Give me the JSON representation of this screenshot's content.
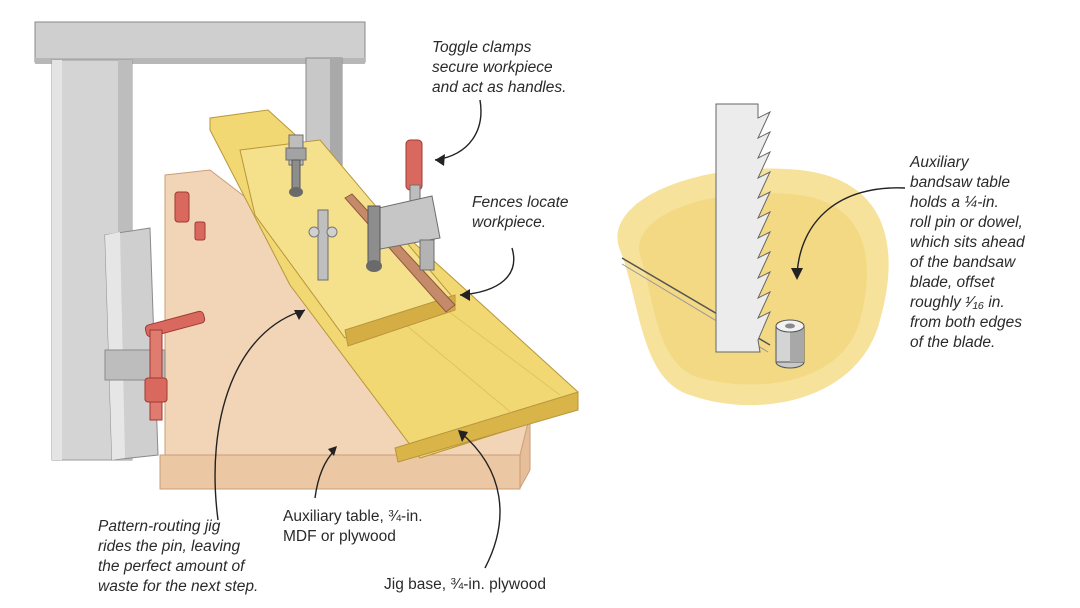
{
  "colors": {
    "wood_light": "#f3dd7a",
    "wood_mid": "#e8c95c",
    "wood_dark": "#c9a43e",
    "table_mdf": "#f0d2b3",
    "table_mdf_edge": "#e1b994",
    "machine_gray": "#c9c9c9",
    "clamp_red": "#d9695e",
    "arrow": "#222222"
  },
  "icons": [
    "bandsaw-blade-icon",
    "toggle-clamp-icon",
    "bar-clamp-icon",
    "roll-pin-icon"
  ],
  "callouts": {
    "toggle_clamps": [
      "Toggle clamps",
      "secure workpiece",
      "and act as handles."
    ],
    "fences": [
      "Fences locate",
      "workpiece."
    ],
    "aux_bandsaw_table": [
      "Auxiliary",
      "bandsaw table",
      "holds a ¼-in.",
      "roll pin or dowel,",
      "which sits ahead",
      "of the bandsaw",
      "blade, offset",
      "roughly ¹⁄₁₆ in.",
      "from both edges",
      "of the blade."
    ],
    "pattern_jig": [
      "Pattern-routing jig",
      "rides the pin, leaving",
      "the perfect amount of",
      "waste for the next step."
    ],
    "aux_table": [
      "Auxiliary table, ¾-in.",
      "MDF or plywood"
    ],
    "jig_base": [
      "Jig base, ¾-in. plywood"
    ]
  }
}
